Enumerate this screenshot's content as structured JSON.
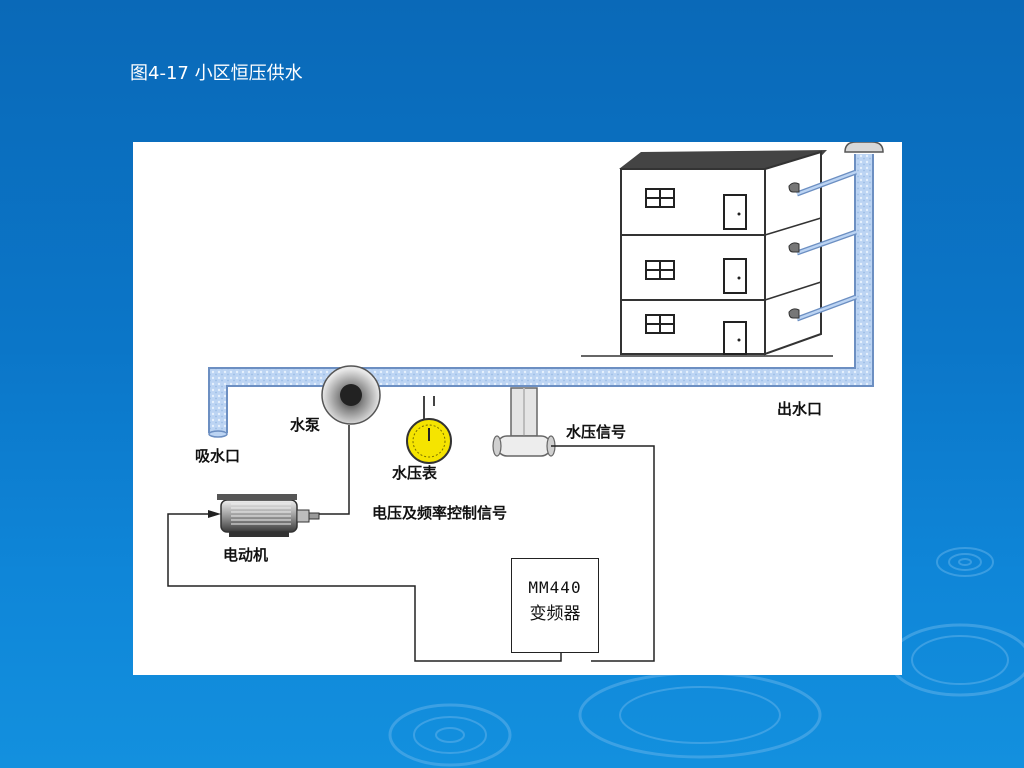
{
  "slide": {
    "title": "图4-17 小区恒压供水"
  },
  "diagram": {
    "labels": {
      "inlet": "吸水口",
      "pump": "水泵",
      "pressure_gauge": "水压表",
      "pressure_signal": "水压信号",
      "outlet": "出水口",
      "control_signal": "电压及频率控制信号",
      "motor": "电动机"
    },
    "inverter": {
      "model": "MM440",
      "name": "变频器"
    }
  },
  "colors": {
    "background": "#0b72c2",
    "panel": "#ffffff",
    "pipe": "#b8d2f2",
    "gauge": "#f5e400"
  }
}
